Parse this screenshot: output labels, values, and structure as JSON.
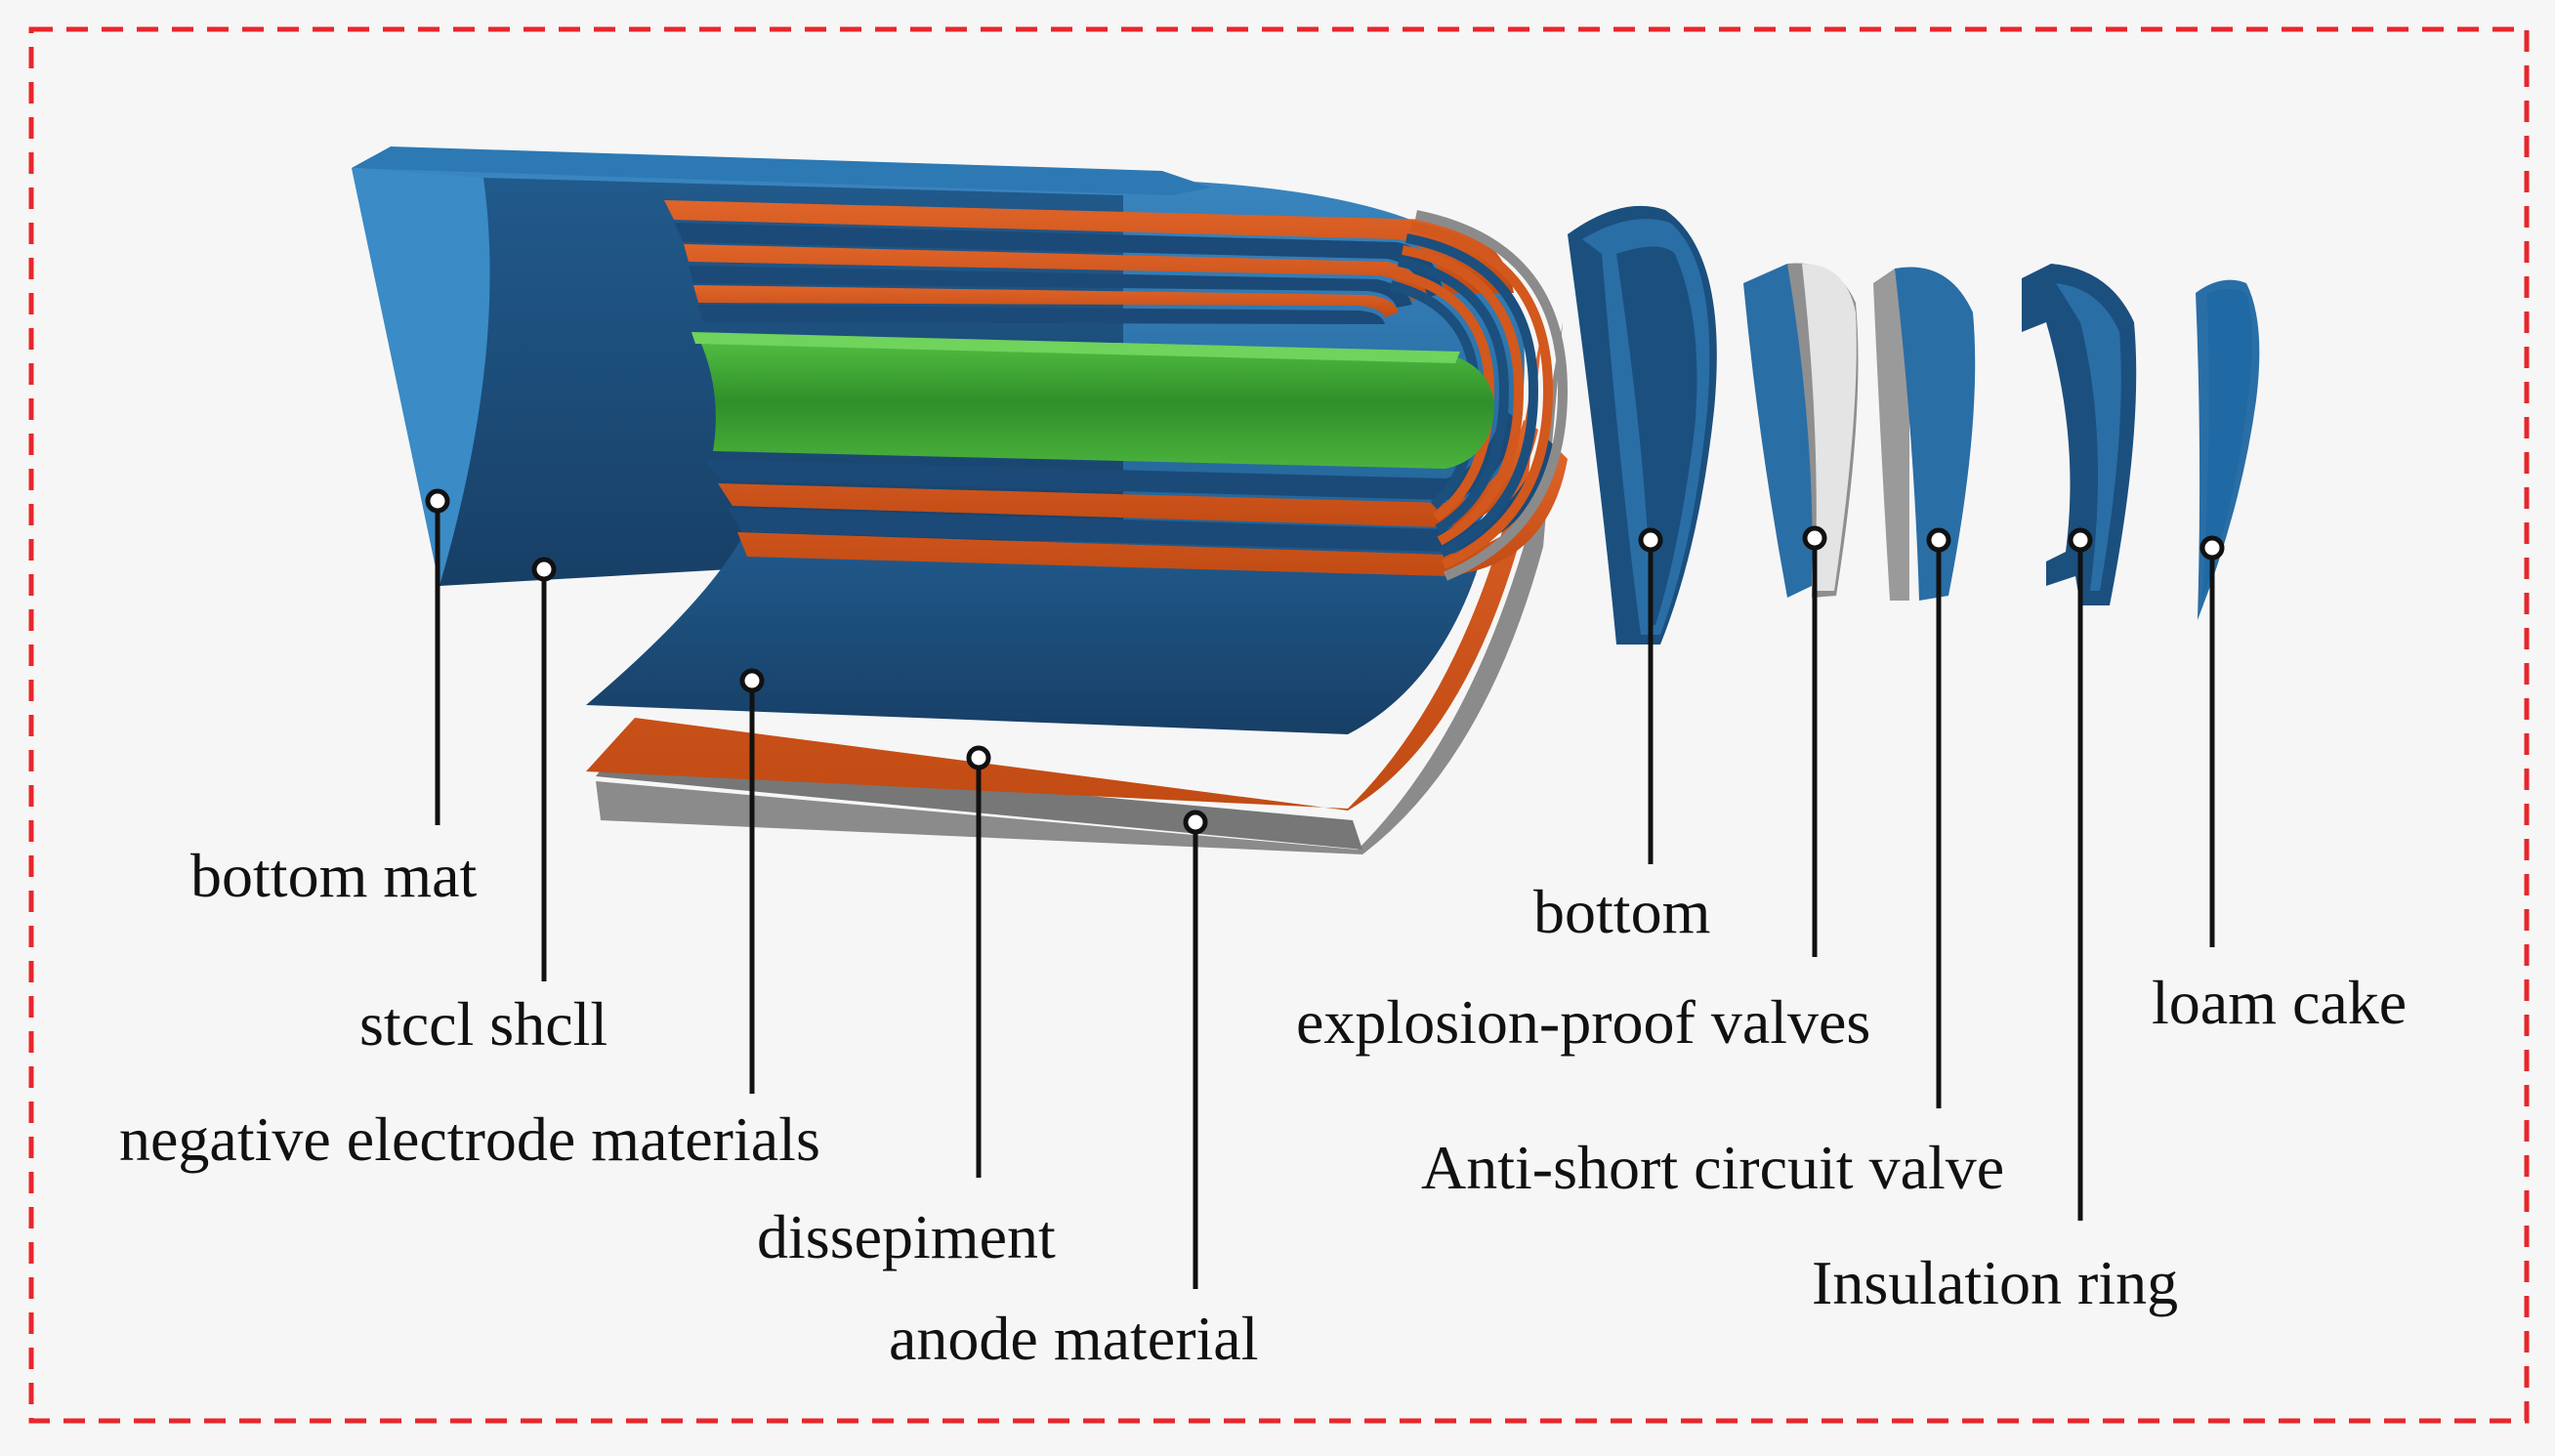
{
  "diagram": {
    "labels": {
      "bottom_mat": "bottom mat",
      "steel_shell": "stccl shcll",
      "negative_electrode": "negative electrode materials",
      "dissepiment": "dissepiment",
      "anode_material": "anode material",
      "bottom": "bottom",
      "explosion_valve": "explosion-proof valves",
      "anti_short_valve": "Anti-short circuit valve",
      "insulation_ring": "Insulation ring",
      "loam_cake": "loam cake"
    },
    "colors": {
      "frame": "#e8262b",
      "background": "#f6f6f6",
      "shell_blue": "#2a6ea6",
      "dark_blue": "#1b4f7e",
      "separator_orange": "#d2581d",
      "core_green": "#3ea134",
      "anode_gray": "#8a8a8a",
      "valve_light": "#e4e4e4",
      "leader_line": "#111111"
    }
  }
}
